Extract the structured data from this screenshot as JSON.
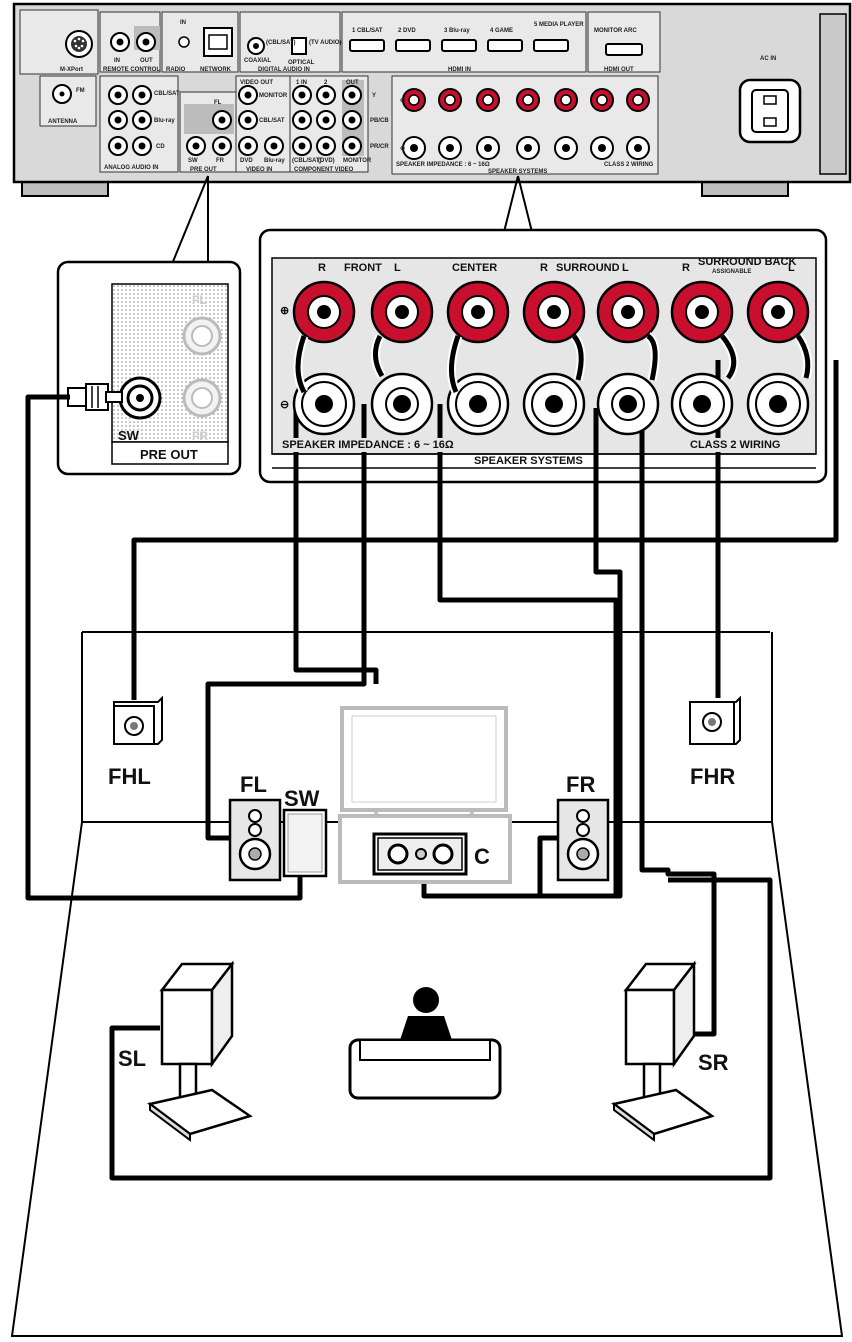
{
  "receiver": {
    "jacks": {
      "mxport": "M-XPort",
      "in": "IN",
      "out": "OUT",
      "remote_control": "REMOTE CONTROL",
      "radio": "RADIO",
      "network": "NETWORK",
      "coaxial": "COAXIAL",
      "optical": "OPTICAL",
      "cbl_sat": "(CBL/SAT)",
      "tv_audio": "(TV AUDIO)",
      "digital_audio_in": "DIGITAL AUDIO IN",
      "hdmi_in": "HDMI IN",
      "hdmi_out": "HDMI OUT",
      "monitor_arc": "MONITOR ARC",
      "ac_in": "AC IN",
      "antenna": "ANTENNA",
      "fm": "FM",
      "analog_audio_in": "ANALOG AUDIO IN",
      "pre_out": "PRE OUT",
      "video_out": "VIDEO OUT",
      "video_in": "VIDEO IN",
      "component_video": "COMPONENT VIDEO",
      "speaker_systems": "SPEAKER SYSTEMS",
      "impedance": "SPEAKER IMPEDANCE : 6 ~ 16Ω",
      "class2": "CLASS 2 WIRING"
    },
    "hdmi_inputs": [
      "1 CBL/SAT",
      "2 DVD",
      "3 Blu-ray",
      "4 GAME",
      "5 MEDIA PLAYER"
    ],
    "analog_inputs": [
      "CBL/SAT",
      "Blu-ray",
      "CD"
    ],
    "video_labels": [
      "MONITOR",
      "CBL/SAT",
      "DVD",
      "Blu-ray"
    ],
    "component_labels": [
      "Y",
      "PB/CB",
      "PR/CR",
      "1 IN",
      "2",
      "OUT",
      "(CBL/SAT)",
      "(DVD)",
      "MONITOR"
    ]
  },
  "pre_out_zoom": {
    "fl": "FL",
    "fr": "FR",
    "sw": "SW",
    "title": "PRE OUT"
  },
  "speaker_zoom": {
    "plus": "⊕",
    "minus": "⊖",
    "groups": [
      {
        "text": "R",
        "key": "r1"
      },
      {
        "text": "FRONT",
        "key": "front"
      },
      {
        "text": "L",
        "key": "l1"
      },
      {
        "text": "CENTER",
        "key": "center"
      },
      {
        "text": "R",
        "key": "r2"
      },
      {
        "text": "SURROUND",
        "key": "surround"
      },
      {
        "text": "L",
        "key": "l2"
      },
      {
        "text": "R",
        "key": "r3"
      },
      {
        "text": "SURROUND BACK",
        "key": "sback"
      },
      {
        "text": "ASSIGNABLE",
        "key": "assignable"
      },
      {
        "text": "L",
        "key": "l3"
      }
    ],
    "impedance": "SPEAKER IMPEDANCE : 6 ~ 16Ω",
    "class2": "CLASS 2 WIRING",
    "systems": "SPEAKER SYSTEMS"
  },
  "room": {
    "speakers": {
      "fhl": "FHL",
      "fhr": "FHR",
      "fl": "FL",
      "fr": "FR",
      "sw": "SW",
      "c": "C",
      "sl": "SL",
      "sr": "SR"
    }
  },
  "colors": {
    "terminal_red": "#c8102e",
    "receiver_gray": "#d9d9d9",
    "panel_gray": "#e6e6e6"
  }
}
